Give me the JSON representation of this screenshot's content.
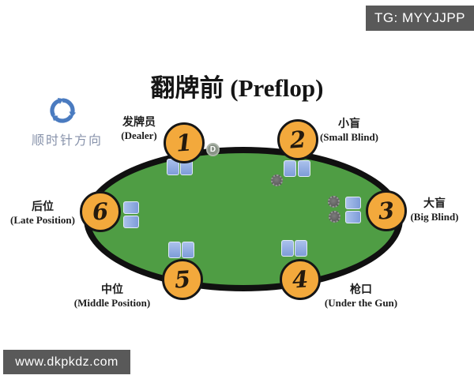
{
  "watermark_top": {
    "text": "TG: MYYJJPP"
  },
  "watermark_bottom": {
    "text": "www.dkpkdz.com"
  },
  "title": "翻牌前 (Preflop)",
  "direction_legend": {
    "label": "顺时针方向",
    "icon": "clockwise-arrows-icon"
  },
  "dealer_button": {
    "label": "D"
  },
  "seats": [
    {
      "number": "1",
      "label_zh": "发牌员",
      "label_en": "(Dealer)"
    },
    {
      "number": "2",
      "label_zh": "小盲",
      "label_en": "(Small Blind)"
    },
    {
      "number": "3",
      "label_zh": "大盲",
      "label_en": "(Big Blind)"
    },
    {
      "number": "4",
      "label_zh": "枪口",
      "label_en": "(Under the Gun)"
    },
    {
      "number": "5",
      "label_zh": "中位",
      "label_en": "(Middle Position)"
    },
    {
      "number": "6",
      "label_zh": "后位",
      "label_en": "(Late Position)"
    }
  ],
  "colors": {
    "felt_green": "#4f9d44",
    "table_border": "#101010",
    "seat_fill": "#f3a93c",
    "card_blue": "#8aa6dc",
    "chip_gray": "#616161",
    "watermark_bg": "#595959",
    "direction_arrow_blue": "#4a7bc0",
    "direction_label_color": "#8893ab"
  }
}
